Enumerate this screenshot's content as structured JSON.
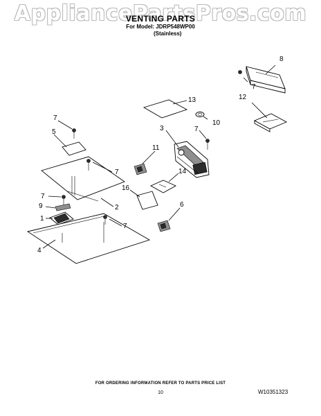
{
  "watermark": "AppliancePartsPros.com",
  "header": {
    "title": "VENTING PARTS",
    "model_line": "For Model: JDRP548WP00",
    "variant": "(Stainless)"
  },
  "callouts": {
    "c8": "8",
    "c7a": "7",
    "c12": "12",
    "c13": "13",
    "c10": "10",
    "c3": "3",
    "c7b": "7",
    "c7c": "7",
    "c5": "5",
    "c11": "11",
    "c7d": "7",
    "c14": "14",
    "c16": "16",
    "c7e": "7",
    "c9": "9",
    "c2": "2",
    "c6": "6",
    "c1": "1",
    "c7f": "7",
    "c4": "4"
  },
  "footer": {
    "note": "FOR ORDERING INFORMATION REFER TO PARTS PRICE LIST",
    "page": "10",
    "code": "W10351323"
  }
}
